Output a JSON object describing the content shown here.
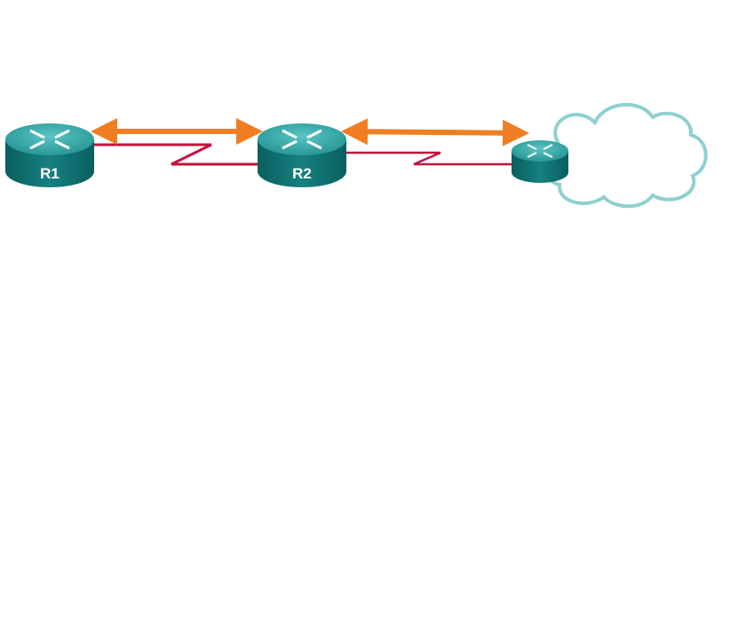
{
  "diagram": {
    "routers": [
      {
        "id": "r1",
        "label": "R1"
      },
      {
        "id": "r2",
        "label": "R2"
      },
      {
        "id": "isp",
        "label": ""
      }
    ],
    "links": [
      {
        "from": "r1",
        "to": "r2",
        "type": "serial"
      },
      {
        "from": "r2",
        "to": "isp",
        "type": "serial"
      }
    ],
    "bidirectional_arrows": [
      {
        "between": [
          "r1",
          "r2"
        ]
      },
      {
        "between": [
          "r2",
          "isp"
        ]
      }
    ],
    "cloud": {
      "label": ""
    },
    "colors": {
      "router_top": "#2fa3a3",
      "router_side": "#0f6b6b",
      "serial_link": "#c0143c",
      "arrow": "#f07d21",
      "cloud_outline": "#8fd0d0"
    }
  }
}
